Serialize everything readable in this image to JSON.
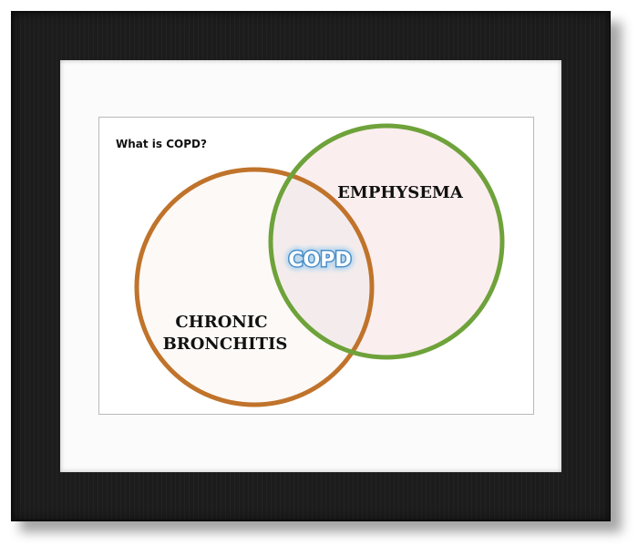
{
  "title": "What is COPD?",
  "sets": {
    "emphysema": {
      "label": "EMPHYSEMA",
      "stroke": "#6ea23a",
      "fill": "#fbeeee"
    },
    "chronic_bronchitis": {
      "label_line1": "CHRONIC",
      "label_line2": "BRONCHITIS",
      "stroke": "#c0732b",
      "fill": "#fdf9f6"
    }
  },
  "overlap": {
    "label": "COPD",
    "text_color": "#ffffff",
    "outline_color": "#4a8ec7",
    "glow_color": "#bcd8ee",
    "fill": "#f4ecec"
  },
  "frame": {
    "color": "#1c1c1c",
    "mat_color": "#fbfbfb"
  }
}
